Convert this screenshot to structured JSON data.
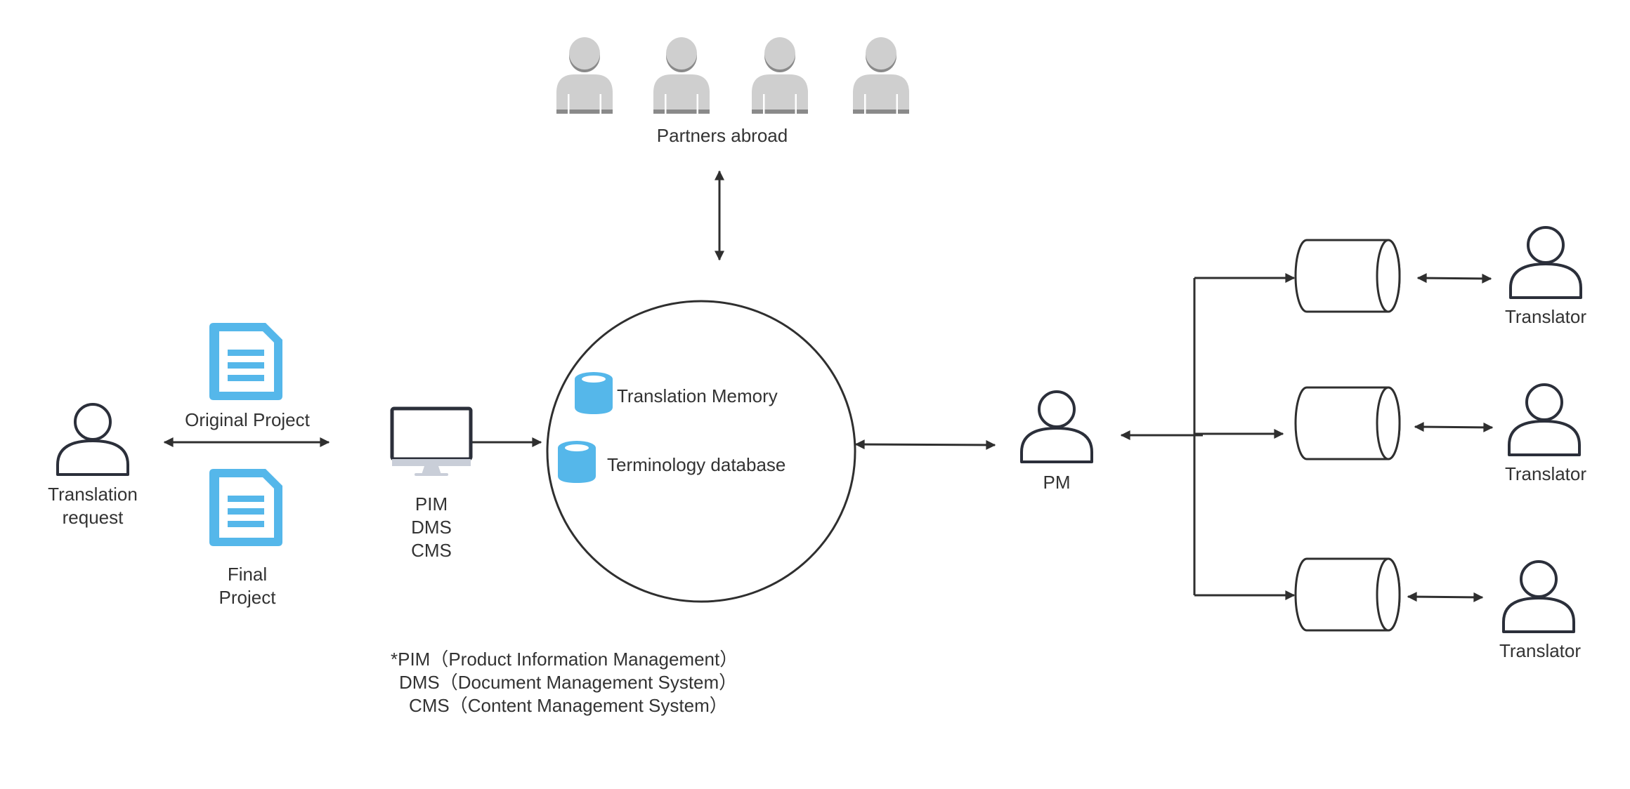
{
  "partners": {
    "label": "Partners abroad",
    "count": 4
  },
  "requester": {
    "label_line1": "Translation",
    "label_line2": "request"
  },
  "documents": {
    "original": "Original Project",
    "final_line1": "Final",
    "final_line2": "Project"
  },
  "systems": {
    "line1": "PIM",
    "line2": "DMS",
    "line3": "CMS"
  },
  "database": {
    "translation_memory": "Translation Memory",
    "terminology": "Terminology database"
  },
  "pm": {
    "label": "PM"
  },
  "translators": [
    {
      "label": "Translator"
    },
    {
      "label": "Translator"
    },
    {
      "label": "Translator"
    }
  ],
  "footnote": {
    "line1": "*PIM（Product Information Management）",
    "line2": "DMS（Document Management System）",
    "line3": "CMS（Content Management System）"
  },
  "colors": {
    "line": "#2f2f2f",
    "outline_dark": "#2b2f3a",
    "doc_blue": "#55b7ea",
    "partner_gray": "#cfcfcf",
    "partner_shadow": "#8a8a8a"
  }
}
